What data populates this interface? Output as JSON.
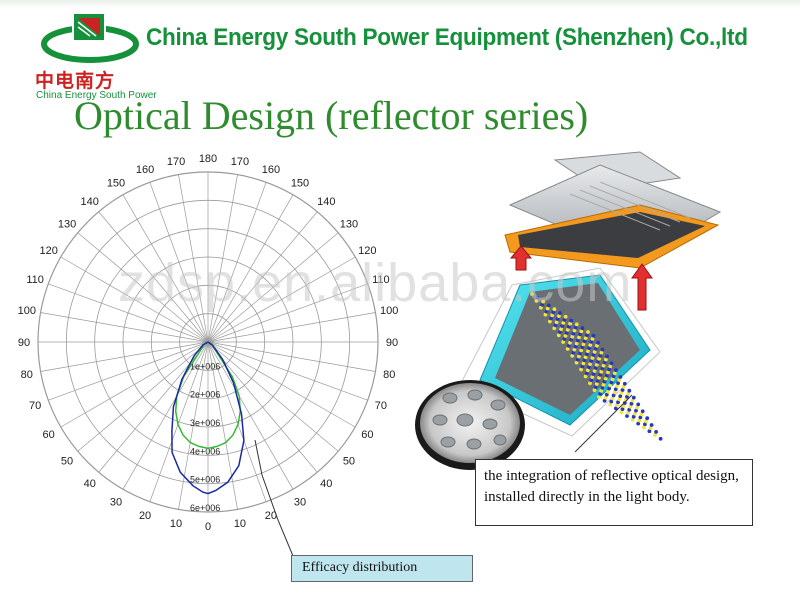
{
  "header": {
    "company_name": "China Energy South Power Equipment (Shenzhen) Co.,ltd",
    "logo_cn": "中电南方",
    "logo_en": "China Energy South Power"
  },
  "slide": {
    "title": "Optical Design (reflector series)"
  },
  "watermark": "zdsp.en.alibaba.com",
  "callouts": {
    "integration": "the integration of reflective optical design, installed directly in the light body.",
    "efficacy": "Efficacy distribution"
  },
  "colors": {
    "brand_green": "#14913a",
    "logo_red": "#cc2222",
    "title_green": "#2e8b2e",
    "curve_green": "#33bb33",
    "curve_blue": "#1a2aa0",
    "callout_fill": "#bfe6ee"
  },
  "chart_data": {
    "type": "polar",
    "angle_labels_left": [
      "180",
      "170",
      "160",
      "150",
      "140",
      "130",
      "120",
      "110",
      "100",
      "90",
      "80",
      "70",
      "60",
      "50",
      "40",
      "30",
      "20",
      "10",
      "0"
    ],
    "angle_labels_right": [
      "170",
      "160",
      "150",
      "140",
      "130",
      "120",
      "110",
      "100",
      "90",
      "80",
      "70",
      "60",
      "50",
      "40",
      "30",
      "20",
      "10"
    ],
    "radial_labels": [
      "1e+006",
      "2e+006",
      "3e+006",
      "4e+006",
      "5e+006",
      "6e+006"
    ],
    "radial_max": 6000000,
    "series": [
      {
        "color": "#33bb33",
        "points": [
          [
            -90,
            0
          ],
          [
            -60,
            150000
          ],
          [
            -40,
            500000
          ],
          [
            -35,
            1500000
          ],
          [
            -30,
            2200000
          ],
          [
            -25,
            2700000
          ],
          [
            -20,
            3100000
          ],
          [
            -15,
            3400000
          ],
          [
            -10,
            3600000
          ],
          [
            -5,
            3700000
          ],
          [
            0,
            3750000
          ],
          [
            5,
            3700000
          ],
          [
            10,
            3600000
          ],
          [
            15,
            3400000
          ],
          [
            20,
            3100000
          ],
          [
            25,
            2700000
          ],
          [
            30,
            2200000
          ],
          [
            35,
            1500000
          ],
          [
            40,
            500000
          ],
          [
            60,
            150000
          ],
          [
            90,
            0
          ]
        ]
      },
      {
        "color": "#1a2aa0",
        "points": [
          [
            -90,
            0
          ],
          [
            -60,
            200000
          ],
          [
            -45,
            700000
          ],
          [
            -35,
            1600000
          ],
          [
            -28,
            2600000
          ],
          [
            -22,
            3400000
          ],
          [
            -18,
            4100000
          ],
          [
            -12,
            4700000
          ],
          [
            -6,
            5100000
          ],
          [
            -2,
            5300000
          ],
          [
            0,
            5350000
          ],
          [
            3,
            5250000
          ],
          [
            8,
            5000000
          ],
          [
            14,
            4500000
          ],
          [
            20,
            3700000
          ],
          [
            25,
            2800000
          ],
          [
            32,
            1700000
          ],
          [
            40,
            800000
          ],
          [
            55,
            200000
          ],
          [
            90,
            0
          ]
        ]
      }
    ]
  }
}
